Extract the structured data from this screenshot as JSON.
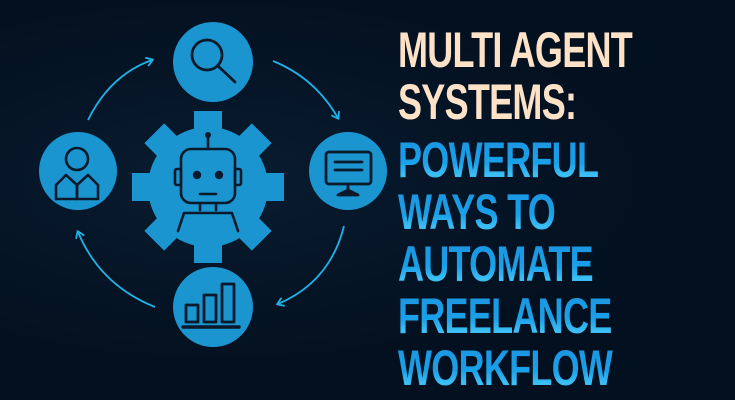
{
  "title": {
    "line1": "MULTI AGENT",
    "line2": "SYSTEMS:",
    "subtitle_lines": [
      "POWERFUL",
      "WAYS TO",
      "AUTOMATE",
      "FREELANCE",
      "WORKFLOW"
    ]
  },
  "diagram": {
    "center": {
      "icon": "robot-in-gear-icon"
    },
    "nodes": [
      {
        "position": "top",
        "icon": "magnifying-glass-icon"
      },
      {
        "position": "right",
        "icon": "monitor-icon"
      },
      {
        "position": "bottom",
        "icon": "bar-chart-icon"
      },
      {
        "position": "left",
        "icon": "user-icon"
      }
    ],
    "flow": "clockwise"
  },
  "colors": {
    "background": "#03101f",
    "accent_blue": "#1e98d4",
    "icon_fill": "#1b95cf",
    "arrow": "#1fb2e6",
    "title_peach": "#fde2c8",
    "subtitle_blue": "#1e98e4",
    "icon_stroke": "#0a1a2a"
  }
}
